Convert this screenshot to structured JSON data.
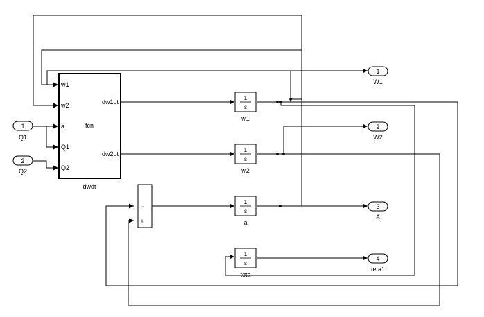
{
  "ports": {
    "in1": {
      "num": "1",
      "name": "Q1"
    },
    "in2": {
      "num": "2",
      "name": "Q2"
    },
    "out1": {
      "num": "1",
      "name": "W1"
    },
    "out2": {
      "num": "2",
      "name": "W2"
    },
    "out3": {
      "num": "3",
      "name": "A"
    },
    "out4": {
      "num": "4",
      "name": "teta1"
    }
  },
  "fcn_block": {
    "name": "dwdt",
    "center_label": "fcn",
    "inputs": [
      "w1",
      "w2",
      "a",
      "Q1",
      "Q2"
    ],
    "outputs": [
      "dw1dt",
      "dw2dt"
    ]
  },
  "integrators": [
    {
      "name": "w1",
      "num": "1",
      "den": "s"
    },
    {
      "name": "w2",
      "num": "1",
      "den": "s"
    },
    {
      "name": "a",
      "num": "1",
      "den": "s"
    },
    {
      "name": "teta",
      "num": "1",
      "den": "s"
    }
  ],
  "sum_block": {
    "sign_top": "−",
    "sign_bottom": "+"
  }
}
